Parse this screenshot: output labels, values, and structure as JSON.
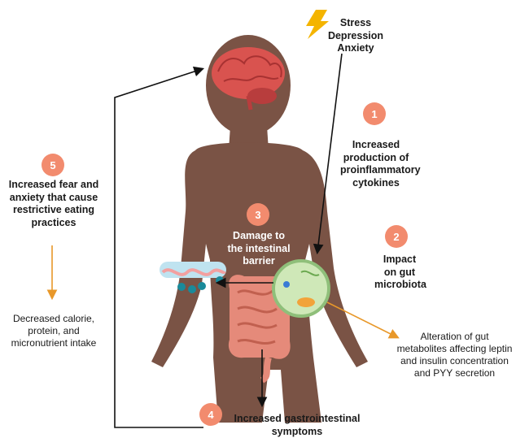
{
  "colors": {
    "badge": "#f28b6e",
    "silhouette": "#7a5345",
    "arrow_black": "#111111",
    "arrow_orange": "#e8982a",
    "lightning": "#f4b400",
    "brain": "#d9534f",
    "intestine": "#e58a7a",
    "microbe_circle": "#cfe8b8"
  },
  "icons": [
    "lightning-icon",
    "brain-icon",
    "human-silhouette",
    "intestine-icon",
    "gut-lining-icon",
    "microbe-icon"
  ],
  "stressors": "Stress\nDepression\nAnxiety",
  "steps": [
    {
      "number": "1",
      "text": "Increased\nproduction of\nproinflammatory\ncytokines"
    },
    {
      "number": "2",
      "text": "Impact\non gut\nmicrobiota"
    },
    {
      "number": "3",
      "text": "Damage to\nthe intestinal\nbarrier"
    },
    {
      "number": "4",
      "text": "Increased gastrointestinal\nsymptoms"
    },
    {
      "number": "5",
      "text": "Increased fear and\nanxiety that cause\nrestrictive eating\npractices"
    }
  ],
  "outcome_nutrition": "Decreased calorie,\nprotein, and\nmicronutrient intake",
  "outcome_metabolites": "Alteration of gut\nmetabolites affecting leptin\nand insulin concentration\nand PYY secretion"
}
